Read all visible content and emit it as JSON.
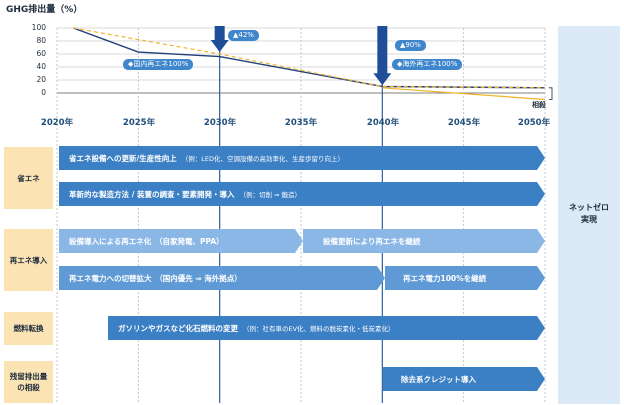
{
  "title": "GHG排出量（%）",
  "chart_data": {
    "type": "line",
    "ylabel": "GHG排出量（%）",
    "yticks": [
      "100",
      "80",
      "60",
      "40",
      "20",
      "0"
    ],
    "ylim": [
      0,
      100
    ],
    "x": [
      2020,
      2025,
      2030,
      2040,
      2050
    ],
    "series": [
      {
        "name": "国内再エネ100%",
        "x": [
          2021,
          2025,
          2030,
          2040,
          2050
        ],
        "values": [
          100,
          63,
          56,
          10,
          8
        ],
        "color": "#1f3f7a"
      },
      {
        "name": "海外再エネ100%",
        "x": [
          2021,
          2030,
          2040,
          2050
        ],
        "values": [
          100,
          60,
          10,
          8
        ],
        "color": "#f0b429",
        "style": "dashed"
      },
      {
        "name": "相殺",
        "x": [
          2040,
          2050
        ],
        "values": [
          8,
          -10
        ],
        "color": "#f0b429"
      }
    ],
    "annotations": [
      {
        "label": "▲42%",
        "x": 2030
      },
      {
        "label": "▲90%",
        "x": 2040
      }
    ],
    "end_label": "相殺"
  },
  "callouts": {
    "domestic": "◆国内再エネ100%",
    "overseas": "◆海外再エネ100%",
    "reduction_2030": "▲42%",
    "reduction_2040": "▲90%"
  },
  "years": [
    "2020年",
    "2025年",
    "2030年",
    "2035年",
    "2040年",
    "2045年",
    "2050年"
  ],
  "netzero": {
    "line1": "ネットゼロ",
    "line2": "実現"
  },
  "categories": {
    "energy_saving": "省エネ",
    "renewable": "再エネ導入",
    "fuel": "燃料転換",
    "offset_line1": "残留排出量",
    "offset_line2": "の相殺"
  },
  "bars": {
    "b1": {
      "label": "省エネ設備への更新/生産性向上",
      "example": "（例：LED化、空調設備の高効率化、生産歩留り向上）"
    },
    "b2": {
      "label": "革新的な製造方法 / 装置の調査・要素開発・導入",
      "example": "（例：切削 ⇒ 鍛造）"
    },
    "b3": {
      "label": "設備導入による再エネ化　（自家発電、PPA）",
      "example": ""
    },
    "b4": {
      "label": "設備更新により再エネを継続",
      "example": ""
    },
    "b5": {
      "label": "再エネ電力への切替拡大　（国内優先 ⇒ 海外拠点）",
      "example": ""
    },
    "b6": {
      "label": "再エネ電力100%を継続",
      "example": ""
    },
    "b7": {
      "label": "ガソリンやガスなど化石燃料の変更",
      "example": "（例：社有車のEV化、燃料の脱炭素化・低炭素化）"
    },
    "b8": {
      "label": "除去系クレジット導入",
      "example": ""
    }
  }
}
